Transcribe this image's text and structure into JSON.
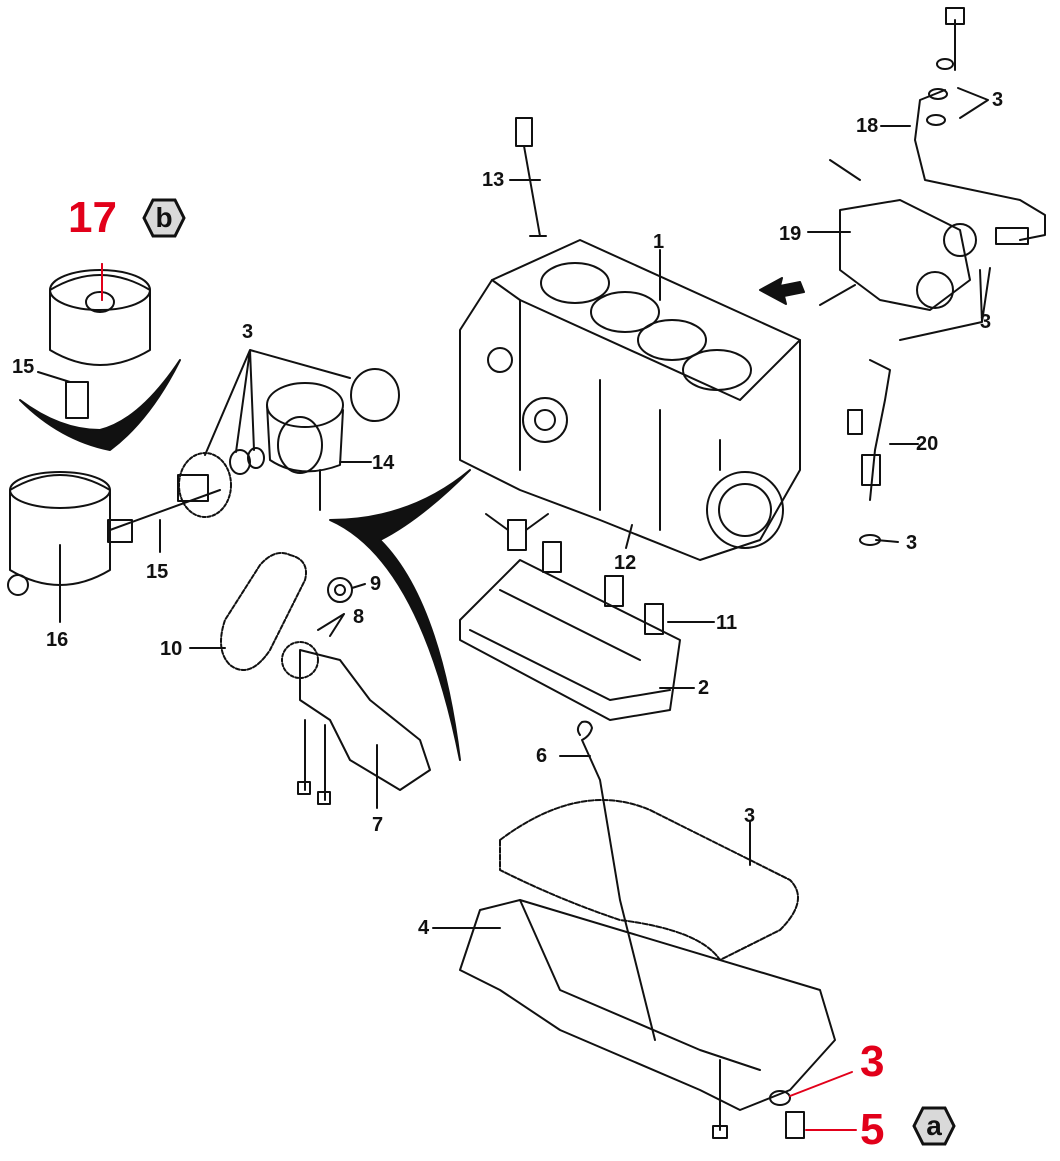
{
  "callouts": {
    "c1": "1",
    "c2": "2",
    "c3": "3",
    "c4": "4",
    "c5": "5",
    "c6": "6",
    "c7": "7",
    "c8": "8",
    "c9": "9",
    "c10": "10",
    "c11": "11",
    "c12": "12",
    "c13": "13",
    "c14": "14",
    "c15": "15",
    "c16": "16",
    "c17": "17",
    "c18": "18",
    "c19": "19",
    "c20": "20"
  },
  "badges": {
    "a": "a",
    "b": "b"
  },
  "colors": {
    "highlight": "#e2001a",
    "ink": "#111111",
    "badge_fill": "#d9d9d9"
  }
}
